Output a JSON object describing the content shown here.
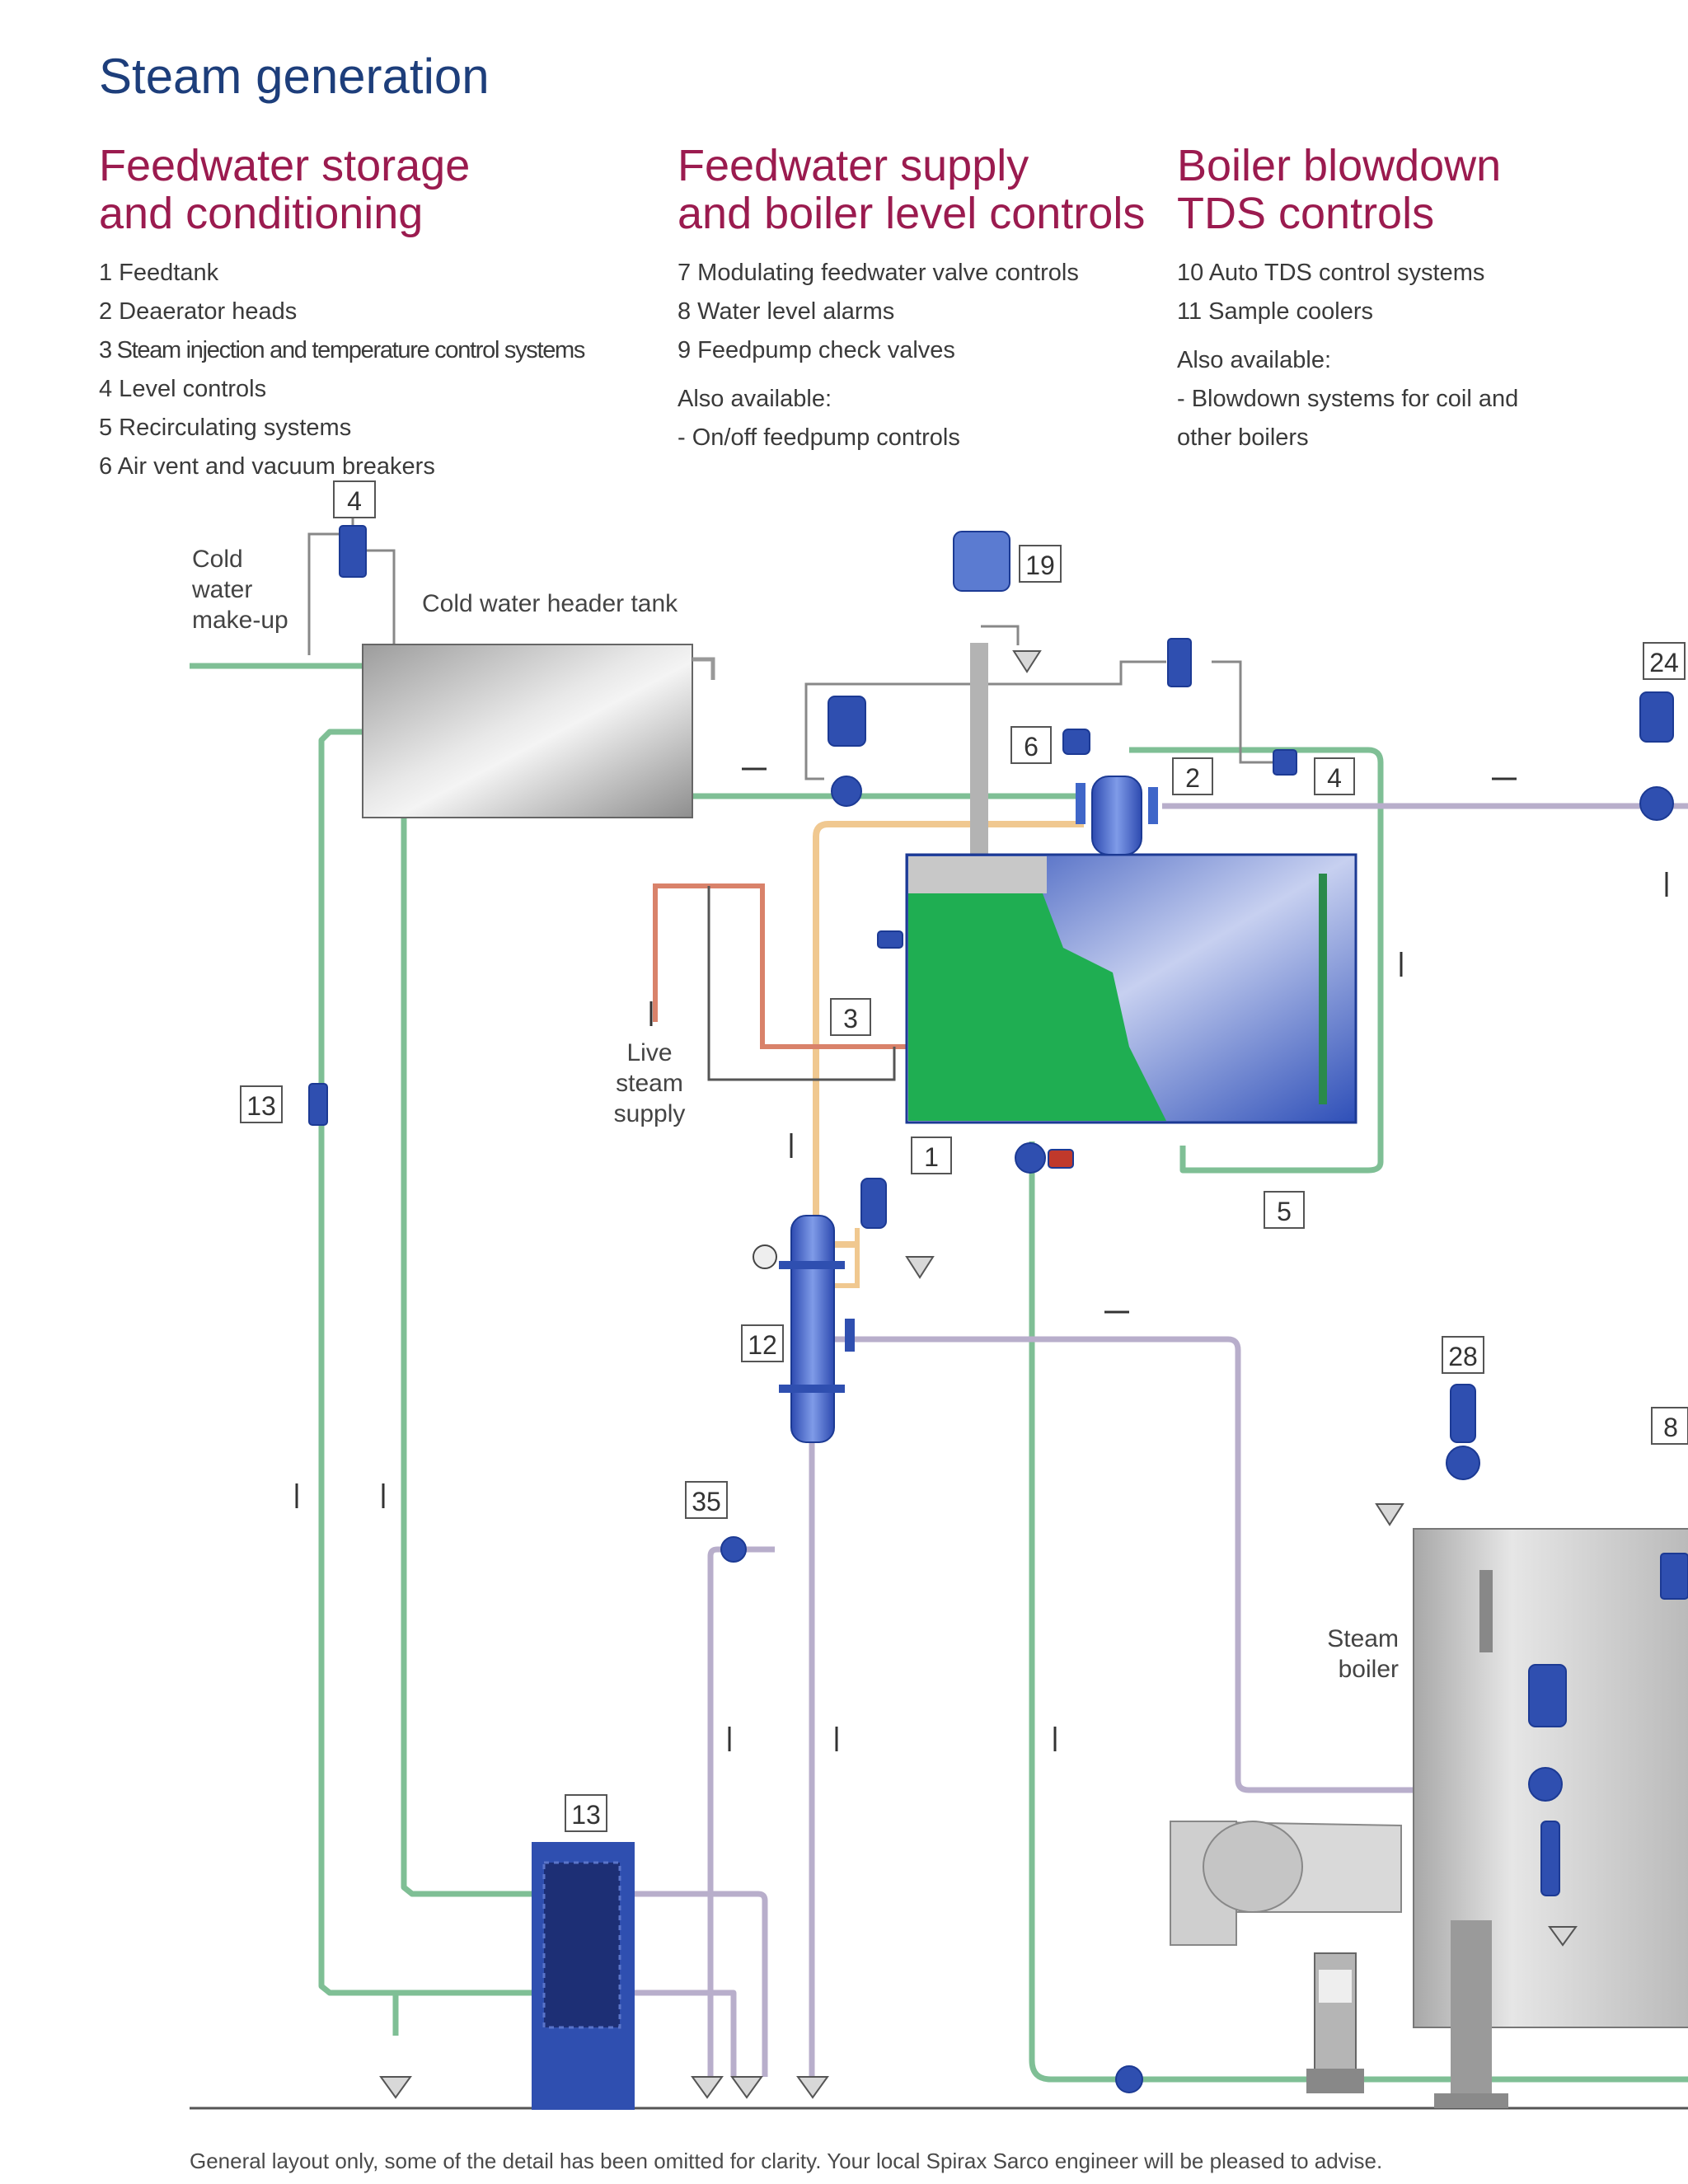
{
  "title": "Steam generation",
  "columns": [
    {
      "heading": [
        "Feedwater storage",
        "and conditioning"
      ],
      "items": [
        "1 Feedtank",
        "2 Deaerator heads",
        "3 Steam injection and temperature control systems",
        "4 Level controls",
        "5 Recirculating systems",
        "6 Air vent and vacuum breakers"
      ],
      "also_label": "",
      "also_items": []
    },
    {
      "heading": [
        "Feedwater supply",
        "and boiler level controls"
      ],
      "items": [
        "7 Modulating feedwater valve controls",
        "8 Water level alarms",
        "9 Feedpump check valves"
      ],
      "also_label": "Also available:",
      "also_items": [
        "- On/off feedpump controls"
      ]
    },
    {
      "heading": [
        "Boiler blowdown",
        "TDS controls"
      ],
      "items": [
        "10 Auto TDS control systems",
        "11 Sample coolers"
      ],
      "also_label": "Also available:",
      "also_items": [
        "- Blowdown systems for coil and",
        "other boilers"
      ]
    }
  ],
  "diagram": {
    "callouts": [
      "4",
      "19",
      "24",
      "6",
      "2",
      "4",
      "3",
      "13",
      "1",
      "5",
      "12",
      "28",
      "8",
      "35",
      "13"
    ],
    "labels": {
      "cold_water": [
        "Cold",
        "water",
        "make-up"
      ],
      "header_tank": "Cold water header tank",
      "live_steam": [
        "Live",
        "steam",
        "supply"
      ],
      "steam_boiler": [
        "Steam",
        "boiler"
      ]
    },
    "colors": {
      "green_pipe": "#7fbf95",
      "lilac_pipe": "#b8aecb",
      "steam_pipe": "#f0c890",
      "red_pipe": "#d9826a",
      "water": "#1fae52",
      "vessel_blue": "#3f66c9",
      "valve_blue": "#2f4fb0"
    }
  },
  "footer": "General layout only, some of the detail has been omitted for clarity. Your local Spirax Sarco engineer will be pleased to advise."
}
